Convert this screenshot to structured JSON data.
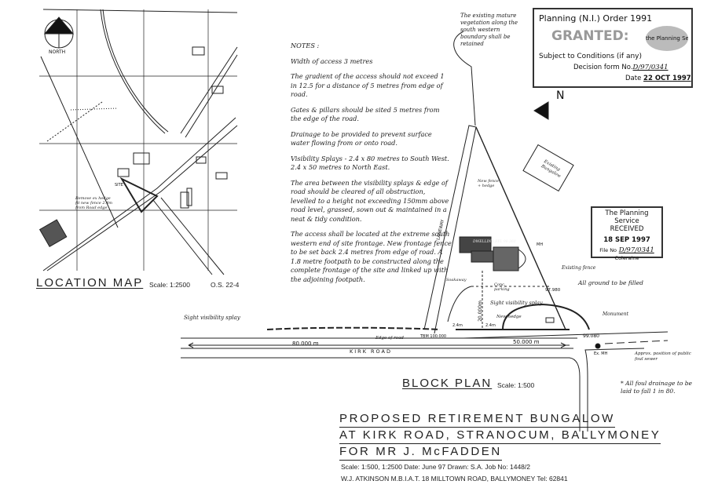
{
  "location_map": {
    "north_label": "NORTH",
    "site_label": "SITE",
    "site_note": "Remove ex hedge fit new fence 2.4m from Road edge",
    "caption": "LOCATION MAP",
    "scale": "Scale: 1:2500",
    "os_ref": "O.S. 22-4"
  },
  "notes": {
    "heading": "NOTES :",
    "items": [
      "Width of access 3 metres",
      "The gradient of the access should not exceed 1 in 12.5 for a distance of 5 metres from edge of road.",
      "Gates & pillars should be sited 5 metres from the edge of the road.",
      "Drainage to be provided to prevent surface water flowing from or onto road.",
      "Visibility Splays - 2.4 x 80 metres to South West. 2.4 x 50 metres to North East.",
      "The area between the visibility splays & edge of road should be cleared of all obstruction, levelled to a height not exceeding 150mm above road level, grassed, sown out & maintained in a neat & tidy condition.",
      "The access shall be located at the extreme south western end of site frontage. New frontage fence to be set back 2.4 metres from edge of road. A 1.8 metre footpath to be constructed along the complete frontage of the site and linked up with the adjoining footpath."
    ]
  },
  "granted_stamp": {
    "order": "Planning (N.I.) Order 1991",
    "status": "GRANTED:",
    "logo": "the Planning Service",
    "conditions": "Subject to Conditions (if any)",
    "decision_label": "Decision form No.",
    "decision_no": "D/97/0341",
    "date_label": "Date",
    "date": "22 OCT 1997"
  },
  "received_stamp": {
    "org": "The Planning Service",
    "status": "RECEIVED",
    "date": "18 SEP 1997",
    "file_label": "File No",
    "file_no": "D/97/0341",
    "office": "Coleraine"
  },
  "block_plan": {
    "north": "N",
    "tree_note": "The existing mature vegetation along the south western boundary shall be retained",
    "existing_bungalow": "Existing Bungalow",
    "new_fence": "New fence + hedge",
    "laneway": "LANEWAY",
    "dwelling": "DWELLING FFL 98.360",
    "soakaway": "Soakaway",
    "mh": "MH",
    "existing_fence": "Existing fence",
    "all_ground": "All ground to be filled",
    "car_parking": "Conc. parking",
    "sight_splay_right": "Sight visibility splay",
    "sight_splay_left": "Sight visibility splay",
    "new_hedge": "New hedge",
    "monument": "Monument",
    "level_1": "97.980",
    "level_2": "99.080",
    "dim_20": "20.000m",
    "dim_24a": "2.4m",
    "dim_24b": "2.4m",
    "dim_80": "80.000 m",
    "dim_50": "50.000 m",
    "edge_of_road": "Edge of road",
    "tbm": "TBM 100.000",
    "kirk_road": "KIRK ROAD",
    "ex_mh": "Ex. MH",
    "sewer_note": "Approx. position of public foul sewer",
    "drainage_note": "* All foul drainage to be laid to fall 1 in 80.",
    "caption": "BLOCK PLAN",
    "scale": "Scale: 1:500"
  },
  "title_block": {
    "line1": "PROPOSED RETIREMENT BUNGALOW",
    "line2": "AT KIRK ROAD, STRANOCUM, BALLYMONEY",
    "line3": "FOR MR J. McFADDEN",
    "details": "Scale: 1:500, 1:2500  Date: June 97  Drawn: S.A.  Job No: 1448/2",
    "architect": "W.J. ATKINSON M.B.I.A.T.  18 MILLTOWN ROAD, BALLYMONEY  Tel: 62841"
  }
}
